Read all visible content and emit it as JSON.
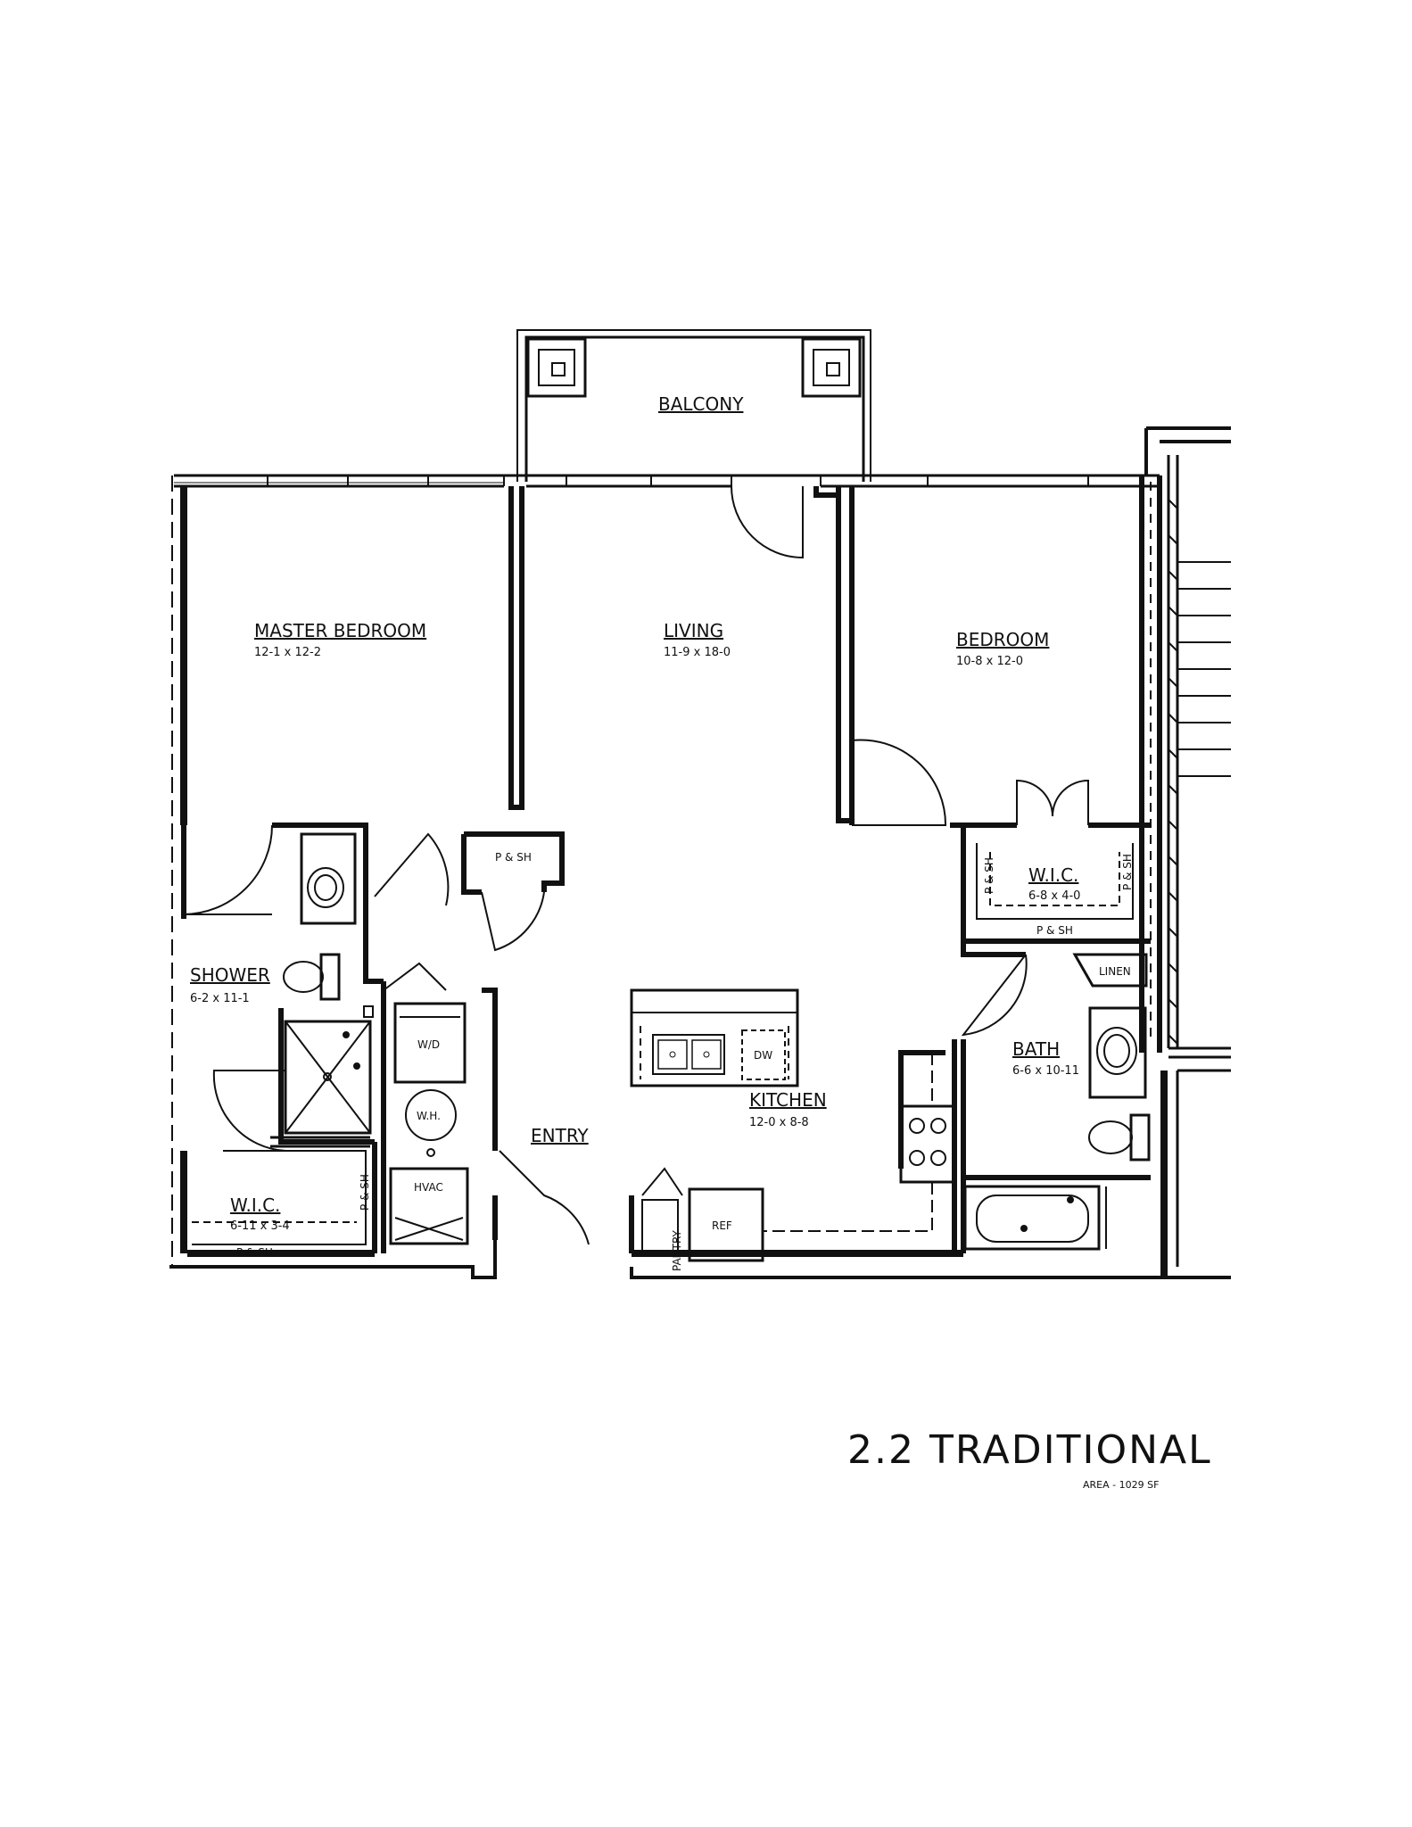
{
  "plan": {
    "title": "2.2 TRADITIONAL",
    "area": "AREA - 1029 SF",
    "rooms": {
      "balcony": {
        "name": "BALCONY"
      },
      "master_bedroom": {
        "name": "MASTER BEDROOM",
        "dims": "12-1 x 12-2"
      },
      "living": {
        "name": "LIVING",
        "dims": "11-9 x 18-0"
      },
      "bedroom": {
        "name": "BEDROOM",
        "dims": "10-8 x 12-0"
      },
      "wic_bedroom": {
        "name": "W.I.C.",
        "dims": "6-8 x 4-0"
      },
      "shower": {
        "name": "SHOWER",
        "dims": "6-2 x 11-1"
      },
      "bath": {
        "name": "BATH",
        "dims": "6-6 x 10-11"
      },
      "kitchen": {
        "name": "KITCHEN",
        "dims": "12-0 x 8-8"
      },
      "entry": {
        "name": "ENTRY"
      },
      "wic_master": {
        "name": "W.I.C.",
        "dims": "6-11 x 3-4"
      }
    },
    "fixtures": {
      "ps_closet": "P & SH",
      "ps_wic_right": "P & SH",
      "ps_wic_bottom": "P & SH",
      "ps_wic_left": "P & SH",
      "ps_master_wic_side": "P & SH",
      "ps_master_wic_bottom": "P & SH",
      "linen": "LINEN",
      "wd": "W/D",
      "wh": "W.H.",
      "hvac": "HVAC",
      "dw": "DW",
      "ref": "REF",
      "pantry": "PANTRY"
    }
  }
}
